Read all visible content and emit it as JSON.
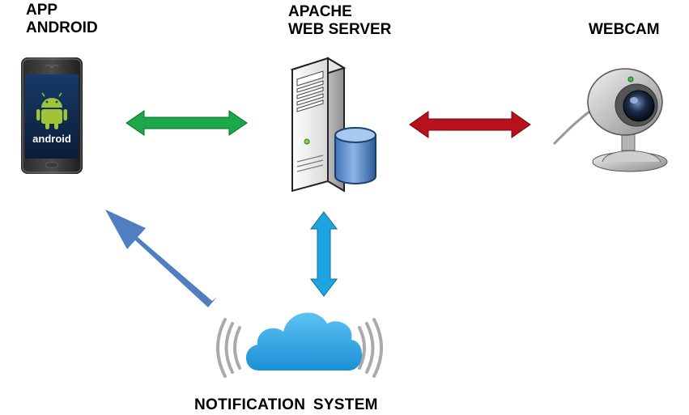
{
  "nodes": {
    "app": {
      "line1": "APP",
      "line2": "ANDROID"
    },
    "server": {
      "line1": "APACHE",
      "line2": "WEB SERVER"
    },
    "webcam": {
      "label": "WEBCAM"
    },
    "notification": {
      "label": "NOTIFICATION  SYSTEM"
    }
  },
  "phone_screen_text": "android",
  "colors": {
    "app_server_arrow": "#1aa84a",
    "server_webcam_arrow": "#b8111b",
    "server_notification_arrow": "#1fa4e0",
    "notification_app_arrow": "#4f7fc0",
    "cloud": "#2fa3de"
  },
  "icons": {
    "app": "android-phone-icon",
    "server": "server-database-icon",
    "webcam": "webcam-icon",
    "notification": "cloud-notification-icon"
  }
}
